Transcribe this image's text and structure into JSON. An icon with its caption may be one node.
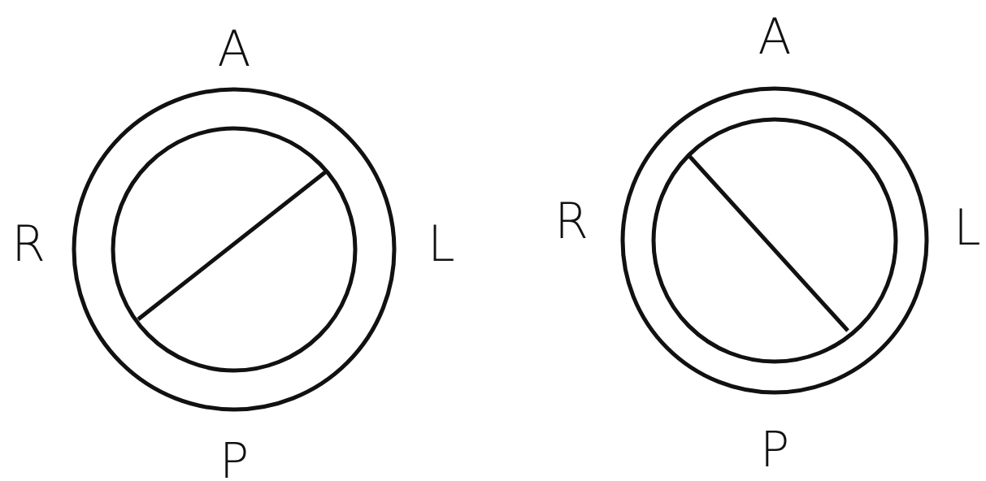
{
  "diagram": {
    "labels": [
      "A",
      "A",
      "R",
      "L",
      "R",
      "L",
      "P",
      "P"
    ]
  }
}
